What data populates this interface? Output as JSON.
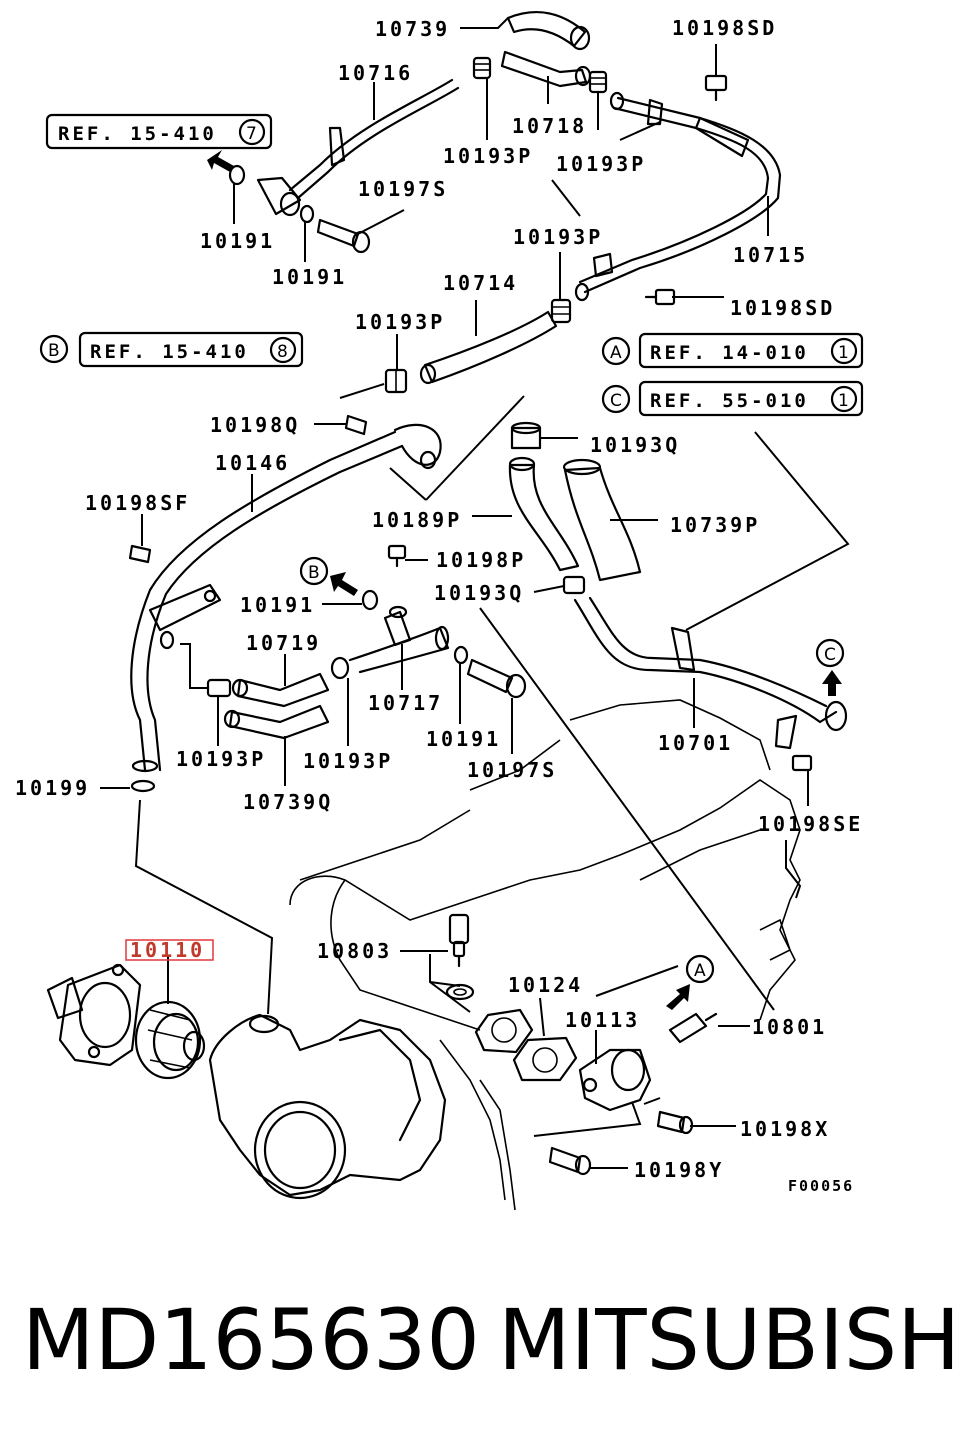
{
  "diagram": {
    "labels": {
      "l10739": "10739",
      "l10198SD_top": "10198SD",
      "l10716": "10716",
      "l10718": "10718",
      "l10193P_a": "10193P",
      "l10193P_b": "10193P",
      "l10197S_top": "10197S",
      "l10191_a": "10191",
      "l10191_b": "10191",
      "l10193P_c": "10193P",
      "l10715": "10715",
      "l10714": "10714",
      "l10198SD_mid": "10198SD",
      "l10193P_d": "10193P",
      "l10198Q": "10198Q",
      "l10193Q_a": "10193Q",
      "l10146": "10146",
      "l10198SF": "10198SF",
      "l10189P": "10189P",
      "l10739P": "10739P",
      "l10198P": "10198P",
      "l10191_c": "10191",
      "l10193Q_b": "10193Q",
      "l10719": "10719",
      "l10717": "10717",
      "l10701": "10701",
      "l10191_d": "10191",
      "l10193P_e": "10193P",
      "l10193P_f": "10193P",
      "l10197S_low": "10197S",
      "l10199": "10199",
      "l10739Q": "10739Q",
      "l10198SE": "10198SE",
      "l10110": "10110",
      "l10803": "10803",
      "l10124": "10124",
      "l10113": "10113",
      "l10801": "10801",
      "l10198X": "10198X",
      "l10198Y": "10198Y"
    },
    "refs": {
      "ref7": {
        "text": "REF. 15-410",
        "num": "7"
      },
      "ref8": {
        "text": "REF. 15-410",
        "num": "8",
        "marker": "B"
      },
      "ref1a": {
        "text": "REF. 14-010",
        "num": "1",
        "marker": "A"
      },
      "ref1c": {
        "text": "REF. 55-010",
        "num": "1",
        "marker": "C"
      }
    },
    "markers": {
      "b_arrow": "B",
      "c_arrow": "C",
      "a_arrow": "A"
    },
    "code": "F00056"
  },
  "footer": {
    "part_number": "MD165630",
    "brand": "MITSUBISHI"
  }
}
